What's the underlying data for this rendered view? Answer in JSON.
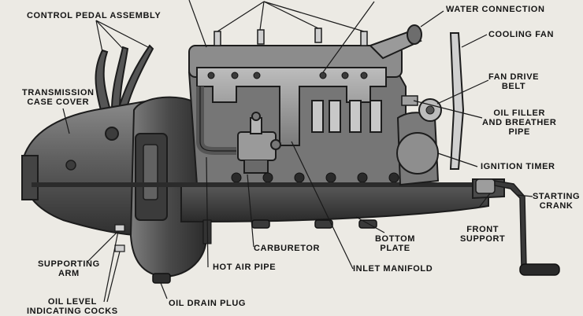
{
  "labels": {
    "control_pedal_assembly": "CONTROL PEDAL ASSEMBLY",
    "water_connection": "WATER CONNECTION",
    "cooling_fan": "COOLING FAN",
    "fan_drive_belt_1": "FAN DRIVE",
    "fan_drive_belt_2": "BELT",
    "oil_filler_1": "OIL FILLER",
    "oil_filler_2": "AND BREATHER",
    "oil_filler_3": "PIPE",
    "transmission_case_cover_1": "TRANSMISSION",
    "transmission_case_cover_2": "CASE COVER",
    "ignition_timer": "IGNITION TIMER",
    "starting_crank_1": "STARTING",
    "starting_crank_2": "CRANK",
    "front_support_1": "FRONT",
    "front_support_2": "SUPPORT",
    "bottom_plate_1": "BOTTOM",
    "bottom_plate_2": "PLATE",
    "carburetor": "CARBURETOR",
    "supporting_arm_1": "SUPPORTING",
    "supporting_arm_2": "ARM",
    "hot_air_pipe": "HOT AIR PIPE",
    "inlet_manifold": "INLET MANIFOLD",
    "oil_level_cocks_1": "OIL LEVEL",
    "oil_level_cocks_2": "INDICATING COCKS",
    "oil_drain_plug": "OIL DRAIN PLUG"
  },
  "colors": {
    "background": "#eceae4",
    "metal_dark": "#3a3a3a",
    "metal_mid": "#6b6b6b",
    "metal_light": "#a9a9a9",
    "leader_line": "#1a1a1a"
  }
}
